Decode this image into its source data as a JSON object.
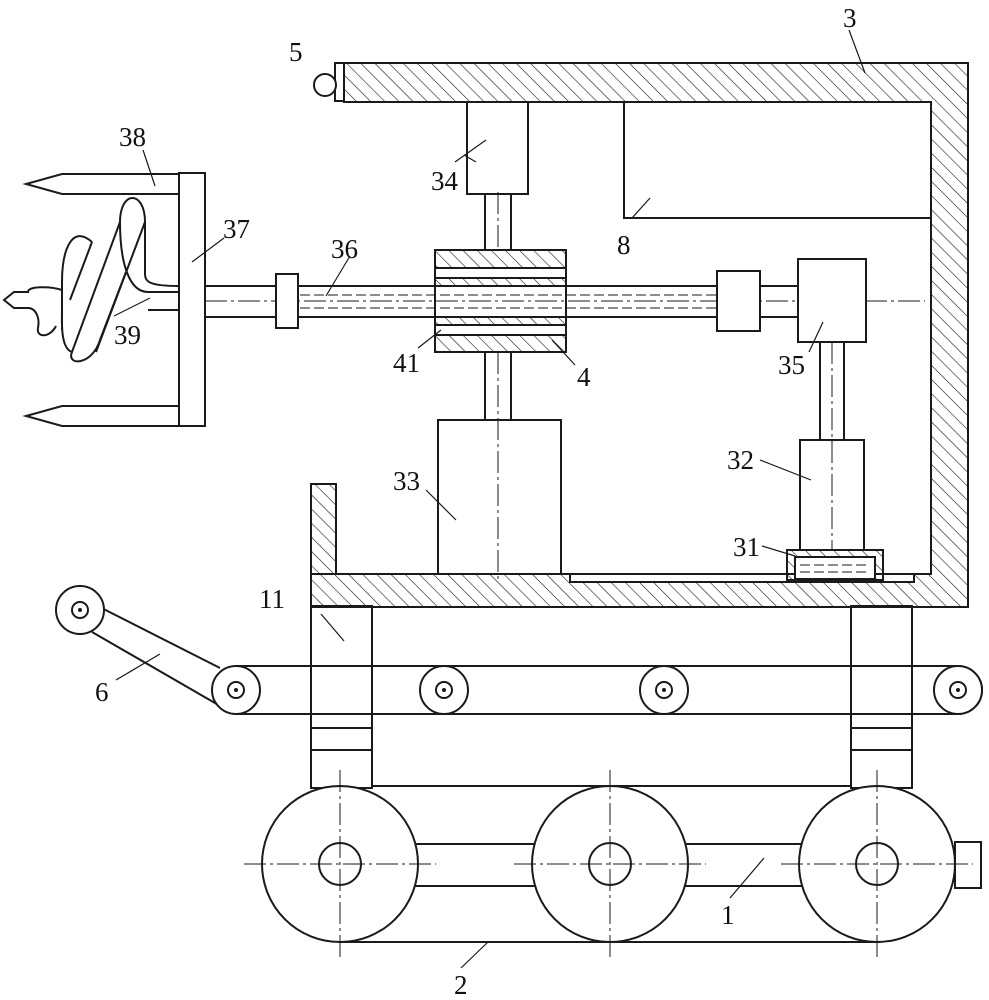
{
  "labels": {
    "l1": "1",
    "l2": "2",
    "l3": "3",
    "l4": "4",
    "l5": "5",
    "l6": "6",
    "l8": "8",
    "l11": "11",
    "l31": "31",
    "l32": "32",
    "l33": "33",
    "l34": "34",
    "l35": "35",
    "l36": "36",
    "l37": "37",
    "l38": "38",
    "l39": "39",
    "l41": "41"
  }
}
